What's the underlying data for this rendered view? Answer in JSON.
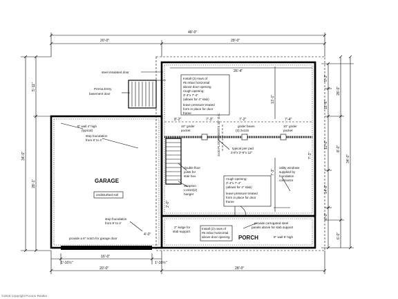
{
  "dims": {
    "overall_top": "48'-0\"",
    "garage_width_top": "20'-0\"",
    "house_width_top": "28'-0\"",
    "garage_width_bottom": "20'-0\"",
    "house_width_bottom": "28'-0\"",
    "door_width": "16'-0\"",
    "left_offset": "1'-10½\"",
    "right_offset": "1'-10½\"",
    "left_overall": "34'-0\"",
    "left_upper": "5'-11\"",
    "left_lower": "28'-1\"",
    "right_overall": "34'-0\"",
    "right_upper": "28'-0\"",
    "right_lower": "6'-0\"",
    "r1": "5'-2\"",
    "r2": "12'-9\"",
    "r3": "12'-0\"",
    "r4": "14'-0\"",
    "r5": "6'-0\"",
    "r6": "8'-0\"",
    "top_inner": "26'-4\"",
    "vert_inner": "13'-1\"",
    "span1": "8'-2\"",
    "span2": "7'-3\"",
    "span3": "7'-2\"",
    "span4": "7'-4\"",
    "bay1": "7'-3\"",
    "bay2": "7'-3\"",
    "small1": "4'-0\"",
    "small2": "2'-0\""
  },
  "labels": {
    "steel_door": "steel insulated door",
    "perma_entry": "Perma Entry",
    "basement_door": "basement door",
    "rebar1": [
      "Install (2) rows of",
      "#5 rebar horizontal",
      "above door opening",
      "rough opening:",
      "3'-4\"x 7'-4\"",
      "(allows for 4\" slab)"
    ],
    "leave_pt1": [
      "leave pressure treated",
      "form in place for door",
      "frame"
    ],
    "wall_8": [
      "8\" wall 4' high",
      "(typical)"
    ],
    "step_found1": [
      "step foundation",
      "from 8' to 4'"
    ],
    "girder_pocket1": [
      "10\" girder",
      "pocket"
    ],
    "girder_bears": [
      "girder bears",
      "(3) 2x12s"
    ],
    "girder_pocket2": [
      "10\" girder",
      "pocket"
    ],
    "typical_pier": [
      "typical pier pad",
      "2-6\"x 2'-6\"x 12\""
    ],
    "floor_joists": "2x10 FLOOR JOISTS 16\" O.C.",
    "garage": "GARAGE",
    "undisturbed": "undisturbed soil",
    "double_joists": [
      "double floor",
      "joists for",
      "stair box"
    ],
    "simpson": [
      "Simpson",
      "LU210(2)",
      "hanger"
    ],
    "rough_opening2": [
      "rough opening:",
      "3'-4\"x 7'-4\"",
      "(allows for 4\" slab)"
    ],
    "leave_pt2": [
      "leave pressure treated",
      "form in place for door",
      "frame"
    ],
    "utility": [
      "utility windows",
      "supplied by",
      "foundation",
      "contractor"
    ],
    "step_found2": [
      "step foundation",
      "from 8' to 4'"
    ],
    "ledge": [
      "2\" ledge for",
      "slab support."
    ],
    "rebar2": [
      "Install (2) rows of",
      "#5 rebar horizontal",
      "above door opening"
    ],
    "corrugated": [
      "provide corrugated steel",
      "panels above for slab support"
    ],
    "porch": "PORCH",
    "porch_wall": "8\" wall 8' high",
    "notch": "provide a 6\" notch for garage door",
    "footer": "©2018 Copyright Pocono Realtor"
  }
}
